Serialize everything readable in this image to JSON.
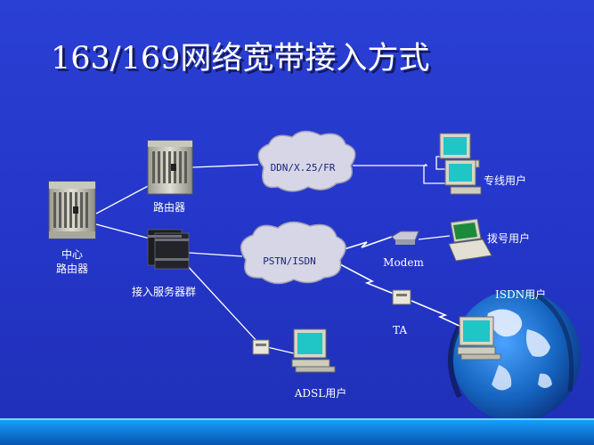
{
  "slide": {
    "title": "163/169网络宽带接入方式"
  },
  "nodes": {
    "central_router": "中心\n路由器",
    "central_router_line1": "中心",
    "central_router_line2": "路由器",
    "router": "路由器",
    "access_server_group": "接入服务器群",
    "ddn_cloud": "DDN/X.25/FR",
    "pstn_cloud": "PSTN/ISDN",
    "leased_line_user": "专线用户",
    "dialup_user": "拨号用户",
    "modem": "Modem",
    "isdn_user": "ISDN用户",
    "ta": "TA",
    "adsl_user": "ADSL用户"
  },
  "colors": {
    "background": "#2436c8",
    "line": "#ffffff",
    "cloud": "#d6d6e6",
    "globe": "#1565c0",
    "bottom_bar": "#0a7bd8"
  }
}
